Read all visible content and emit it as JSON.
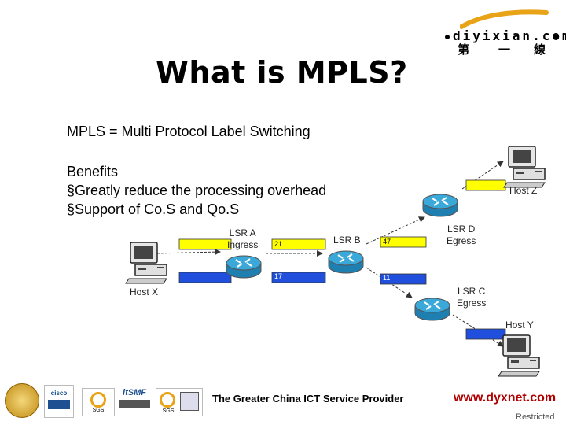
{
  "slide": {
    "title": "What is MPLS?",
    "subtitle": "MPLS = Multi Protocol Label Switching",
    "benefits_heading": "Benefits",
    "benefits": [
      "§Greatly reduce the processing overhead",
      "§Support of Co.S and Qo.S"
    ]
  },
  "logo": {
    "text": "diyixian.com",
    "chinese": [
      "第",
      "一",
      "線"
    ],
    "accent_color": "#e8a317"
  },
  "diagram": {
    "hosts": {
      "x": "Host X",
      "y": "Host Y",
      "z": "Host Z"
    },
    "routers": {
      "lsr_a": [
        "LSR A",
        "Ingress"
      ],
      "lsr_b": [
        "LSR B"
      ],
      "lsr_c": [
        "LSR C",
        "Egress"
      ],
      "lsr_d": [
        "LSR D",
        "Egress"
      ]
    },
    "labels": {
      "l21": "21",
      "l17": "17",
      "l47": "47",
      "l11": "11"
    },
    "colors": {
      "yellow_packet": "#ffff00",
      "blue_packet": "#1f4fdc",
      "router": "#3aa8d8",
      "arrow": "#333333"
    }
  },
  "footer": {
    "tagline": "The Greater China ICT Service Provider",
    "url": "www.dyxnet.com",
    "classification": "Restricted",
    "badges": [
      "cisco",
      "SGS",
      "itSMF",
      "SGS"
    ]
  }
}
